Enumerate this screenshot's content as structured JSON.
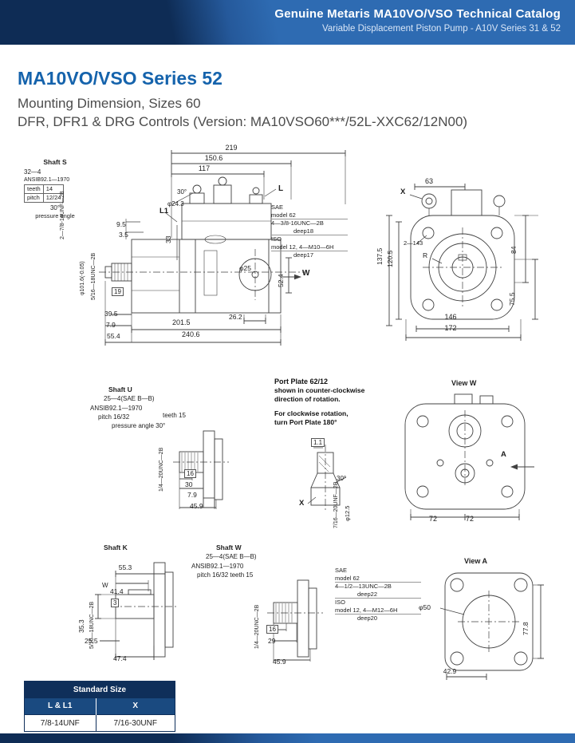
{
  "header": {
    "title": "Genuine Metaris MA10VO/VSO Technical Catalog",
    "subtitle": "Variable Displacement Piston Pump - A10V Series 31 & 52"
  },
  "title_block": {
    "series_title": "MA10VO/VSO Series 52",
    "line1": "Mounting Dimension, Sizes 60",
    "line2": "DFR, DFR1 & DRG Controls (Version: MA10VSO60***/52L-XXC62/12N00)"
  },
  "main_view": {
    "d219": "219",
    "d150_6": "150.6",
    "d117": "117",
    "shaft_s": {
      "title": "Shaft S",
      "spline": "32—4",
      "standard": "ANSIB92.1—1970",
      "teeth_label": "teeth",
      "teeth_value": "14",
      "pitch_label": "pitch",
      "pitch_value": "12/24",
      "angle_value": "30°",
      "angle_label": "pressure angle"
    },
    "thread_top": "2—7/8-14UNF—2B",
    "d9_5": "9.5",
    "d3_5": "3.5",
    "d33": "33",
    "dia24_3": "φ24.3",
    "a30": "30°",
    "port_l": "L",
    "port_l1": "L1",
    "sae_block": {
      "sae": "SAE",
      "sae_model": "model  62",
      "sae_thread": "4—3/8-16UNC—2B",
      "sae_deep": "deep18",
      "iso": "ISO",
      "iso_model": "model  12,  4—M10—6H",
      "iso_deep": "deep17"
    },
    "dia25": "φ25",
    "d52_4": "52.4",
    "view_w_arrow": "W",
    "dia101_6": "φ101.6(-0.05)",
    "thread_left": "5/16—18UNC—2B",
    "d19": "19",
    "d39_5": "39.5",
    "d7_9": "7.9",
    "d55_4": "55.4",
    "d201_5": "201.5",
    "d26_2": "26.2",
    "d240_6": "240.6"
  },
  "front_view": {
    "d63": "63",
    "x_label": "X",
    "d137_5": "137.5",
    "d120_5": "120.5",
    "holes": "2—143",
    "r_label": "R",
    "d84": "84",
    "d75_5": "75.5",
    "d146": "146",
    "d172": "172"
  },
  "shaft_u": {
    "title": "Shaft U",
    "spline": "25—4(SAE B—B)",
    "standard": "ANSIB92.1—1970",
    "pitch": "pitch 16/32",
    "teeth": "teeth 15",
    "angle": "pressure angle 30°",
    "thread": "1/4—20UNC—2B",
    "d16": "16",
    "d30": "30",
    "d7_9": "7.9",
    "d45_9": "45.9"
  },
  "port_plate": {
    "title": "Port Plate 62/12",
    "line1": "shown in counter-clockwise",
    "line2": "direction of rotation.",
    "line3": "For clockwise rotation,",
    "line4": "turn Port Plate 180°",
    "d1_1": "1.1",
    "a30": "30°",
    "x_label": "X",
    "thread": "7/16—20UNF—2B",
    "dia12_5": "φ12.5"
  },
  "view_w": {
    "title": "View W",
    "a_label": "A",
    "d72a": "72",
    "d72b": "72"
  },
  "shaft_k": {
    "title": "Shaft K",
    "d55_3": "55.3",
    "w_label": "W",
    "d41_4": "41.4",
    "d3": "3",
    "d35_3": "35.3",
    "thread": "5/16—18UNC—2B",
    "d25_5": "25.5",
    "d47_4": "47.4"
  },
  "shaft_w": {
    "title": "Shaft W",
    "spline": "25—4(SAE B—B)",
    "standard": "ANSIB92.1—1970",
    "pitch_teeth": "pitch 16/32  teeth 15",
    "thread": "1/4—20UNC—2B",
    "d16": "16",
    "d29": "29",
    "d45_9": "45.9"
  },
  "view_a": {
    "title": "View A",
    "sae_block": {
      "sae": "SAE",
      "sae_model": "model  62",
      "sae_thread": "4—1/2—13UNC—2B",
      "sae_deep": "deep22",
      "iso": "ISO",
      "iso_model": "model  12,  4—M12—6H",
      "iso_deep": "deep20"
    },
    "dia50": "φ50",
    "d77_8": "77.8",
    "d42_9": "42.9"
  },
  "standard_size_table": {
    "header": "Standard Size",
    "col1": "L & L1",
    "col2": "X",
    "val1": "7/8-14UNF",
    "val2": "7/16-30UNF"
  },
  "colors": {
    "brand_dark": "#0e2c55",
    "brand_blue": "#2e6bb2",
    "title_blue": "#1563ac",
    "line": "#404040"
  }
}
